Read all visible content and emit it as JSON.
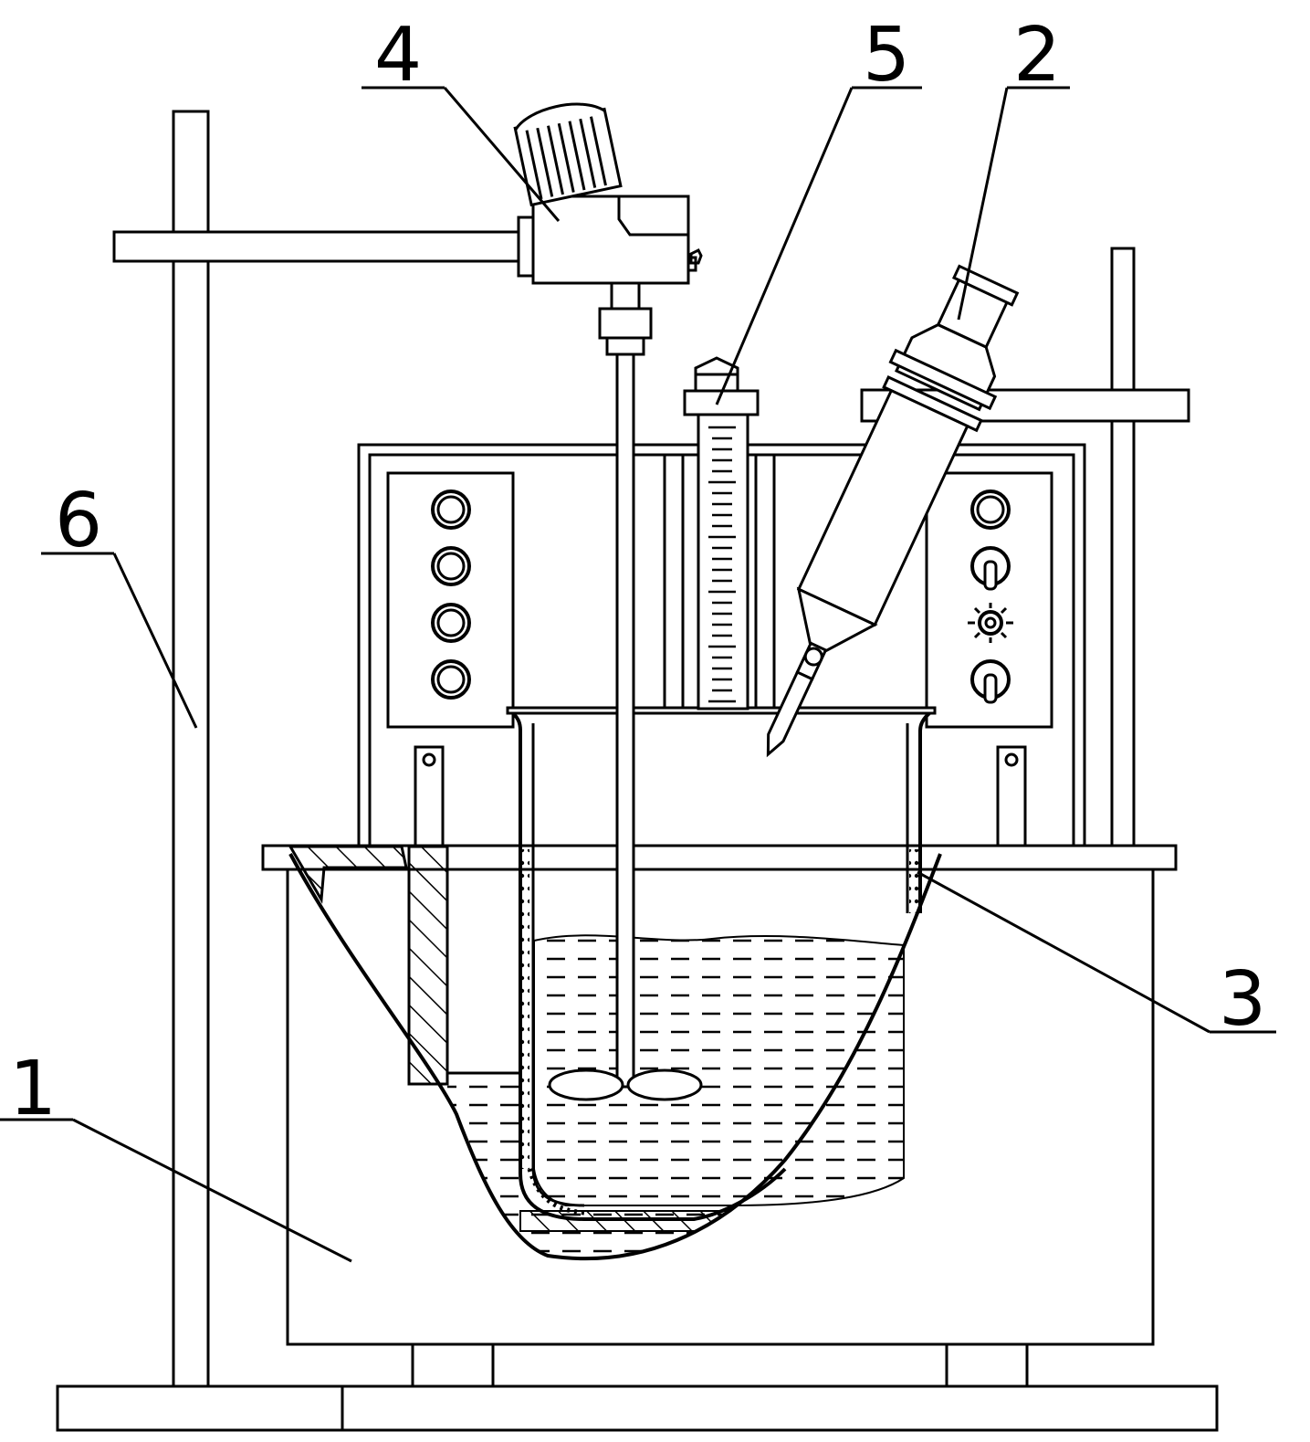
{
  "figure": {
    "background": "#ffffff",
    "line_color": "#000000"
  },
  "labels": {
    "l1": "1",
    "l2": "2",
    "l3": "3",
    "l4": "4",
    "l5": "5",
    "l6": "6"
  }
}
